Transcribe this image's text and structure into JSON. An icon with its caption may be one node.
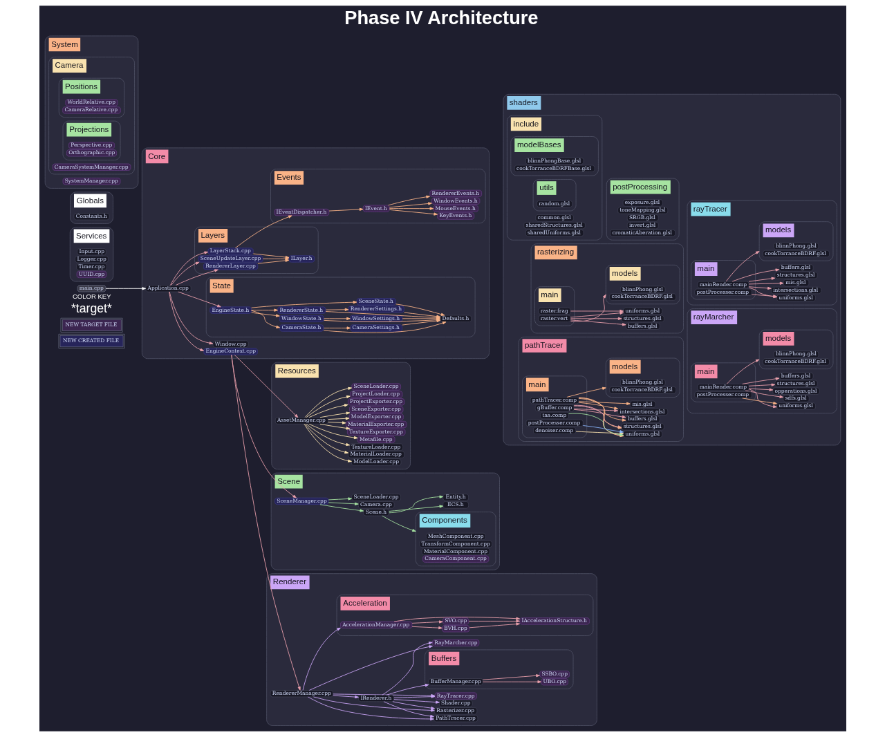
{
  "diagram": {
    "title": "Phase IV Architecture",
    "nodes": [
      {
        "text": [
          "shaders"
        ]
      },
      {
        "text": [
          "include"
        ],
        "in": 0
      },
      {
        "text": [
          "common.glsl"
        ],
        "in": 1
      },
      {
        "text": [
          "sharedStructures.glsl"
        ],
        "in": 1
      },
      {
        "text": [
          "sharedUniforms.glsl"
        ],
        "in": 1
      },
      {
        "text": [
          "modelBases"
        ],
        "in": 1
      },
      {
        "text": [
          "blinnPhongBase.glsl"
        ],
        "in": 5
      },
      {
        "text": [
          "cookTorranceBDRFBase.glsl"
        ],
        "in": 5
      },
      {
        "text": [
          "utils"
        ],
        "in": 1
      },
      {
        "text": [
          "random.glsl"
        ],
        "in": 8
      },
      {
        "text": [
          "postProcessing"
        ],
        "in": 0
      },
      {
        "text": [
          "exposure.glsl"
        ],
        "in": 10
      },
      {
        "text": [
          "toneMapping.glsl"
        ],
        "in": 10
      },
      {
        "text": [
          "SRGB.glsl"
        ],
        "in": 10
      },
      {
        "text": [
          "invert.glsl"
        ],
        "in": 10
      },
      {
        "text": [
          "cromaticAberation.glsl"
        ],
        "in": 10
      },
      {
        "text": [
          "rasterizing"
        ],
        "in": 0
      },
      {
        "text": [
          "main"
        ],
        "in": 16
      },
      {
        "text": [
          "raster.vert"
        ],
        "in": 17
      },
      {
        "text": [
          "raster.frag"
        ],
        "in": 17
      },
      {
        "text": [
          "structures.glsl"
        ],
        "in": 16
      },
      {
        "text": [
          "buffers.glsl"
        ],
        "in": 16
      },
      {
        "text": [
          "uniforms.glsl"
        ],
        "in": 16
      },
      {
        "text": [
          "models"
        ],
        "in": 16
      },
      {
        "text": [
          "blinnPhong.glsl"
        ],
        "in": 23
      },
      {
        "text": [
          "cookTorranceBDRF.glsl"
        ],
        "in": 23
      },
      {
        "text": [
          "rayTracer"
        ],
        "in": 0
      },
      {
        "text": [
          "main"
        ],
        "in": 26
      },
      {
        "text": [
          "mainRender.comp"
        ],
        "in": 27
      },
      {
        "text": [
          "postProcesser.comp"
        ],
        "in": 27
      },
      {
        "text": [
          "structures.glsl"
        ],
        "in": 26
      },
      {
        "text": [
          "buffers.glsl"
        ],
        "in": 26
      },
      {
        "text": [
          "uniforms.glsl"
        ],
        "in": 26
      },
      {
        "text": [
          "intersections.glsl"
        ],
        "in": 26
      },
      {
        "text": [
          "mis.glsl"
        ],
        "in": 26
      },
      {
        "text": [
          "models"
        ],
        "in": 26
      },
      {
        "text": [
          "blinnPhong.glsl"
        ],
        "in": 35
      },
      {
        "text": [
          "cookTorranceBDRF.glsl"
        ],
        "in": 35
      },
      {
        "text": [
          "pathTracer"
        ],
        "in": 0
      },
      {
        "text": [
          "main"
        ],
        "in": 38
      },
      {
        "text": [
          "gBuffer.comp"
        ],
        "in": 39
      },
      {
        "text": [
          "pathTracer.comp"
        ],
        "in": 39
      },
      {
        "text": [
          "denoiser.comp"
        ],
        "in": 39
      },
      {
        "text": [
          "taa.comp"
        ],
        "in": 39
      },
      {
        "text": [
          "postProcesser.comp"
        ],
        "in": 39
      },
      {
        "text": [
          "structures.glsl"
        ],
        "in": 38
      },
      {
        "text": [
          "buffers.glsl"
        ],
        "in": 38
      },
      {
        "text": [
          "uniforms.glsl"
        ],
        "in": 38
      },
      {
        "text": [
          "intersections.glsl"
        ],
        "in": 38
      },
      {
        "text": [
          "mis.glsl"
        ],
        "in": 38
      },
      {
        "text": [
          "models"
        ],
        "in": 38
      },
      {
        "text": [
          "blinnPhong.glsl"
        ],
        "in": 50
      },
      {
        "text": [
          "cookTorranceBDRF.glsl"
        ],
        "in": 50
      },
      {
        "text": [
          "rayMarcher"
        ],
        "in": 0
      },
      {
        "text": [
          "main"
        ],
        "in": 53
      },
      {
        "text": [
          "mainRender.comp"
        ],
        "in": 54
      },
      {
        "text": [
          "postProcesser.comp"
        ],
        "in": 54
      },
      {
        "text": [
          "structures.glsl"
        ],
        "in": 53
      },
      {
        "text": [
          "buffers.glsl"
        ],
        "in": 53
      },
      {
        "text": [
          "uniforms.glsl"
        ],
        "in": 53
      },
      {
        "text": [
          "sdfs.glsl"
        ],
        "in": 53
      },
      {
        "text": [
          "opperations.glsl"
        ],
        "in": 53
      },
      {
        "text": [
          "models"
        ],
        "in": 53
      },
      {
        "text": [
          "blinnPhong.glsl"
        ],
        "in": 62
      },
      {
        "text": [
          "cookTorranceBDRF.glsl"
        ],
        "in": 62
      },
      {
        "text": [
          "Services"
        ]
      },
      {
        "text": [
          "Input.cpp"
        ],
        "in": 65
      },
      {
        "text": [
          "Logger.cpp"
        ],
        "in": 65
      },
      {
        "text": [
          "Timer.cpp"
        ],
        "in": 65
      },
      {
        "text": [
          "UUID.cpp"
        ],
        "in": 65
      },
      {
        "text": [
          "Globals"
        ]
      },
      {
        "text": [
          "Constants.h"
        ],
        "in": 70
      },
      {
        "text": [
          "Resources"
        ]
      },
      {
        "text": [
          "TextureExporter.cpp"
        ],
        "in": 72
      },
      {
        "text": [
          "MaterialExporter.cpp"
        ],
        "in": 72
      },
      {
        "text": [
          "ModelExporter.cpp"
        ],
        "in": 72
      },
      {
        "text": [
          "SceneExporter.cpp"
        ],
        "in": 72
      },
      {
        "text": [
          "ProjectExporter.cpp"
        ],
        "in": 72
      },
      {
        "text": [
          "ProjectLoader.cpp"
        ],
        "in": 72
      },
      {
        "text": [
          "SceneLoader.cpp"
        ],
        "in": 72
      },
      {
        "text": [
          "ModelLoader.cpp"
        ],
        "in": 72
      },
      {
        "text": [
          "MaterialLoader.cpp"
        ],
        "in": 72
      },
      {
        "text": [
          "TextureLoader.cpp"
        ],
        "in": 72
      },
      {
        "text": [
          "AssetManager.cpp"
        ],
        "in": 72
      },
      {
        "text": [
          "Metafile.cpp"
        ],
        "in": 72
      },
      {
        "text": [
          "Scene"
        ]
      },
      {
        "text": [
          "Components"
        ],
        "in": 85
      },
      {
        "text": [
          "MeshComponent.cpp"
        ],
        "in": 86
      },
      {
        "text": [
          "TransformComponent.cpp"
        ],
        "in": 86
      },
      {
        "text": [
          "MaterialComponent.cpp"
        ],
        "in": 86
      },
      {
        "text": [
          "CameraComponent.cpp"
        ],
        "in": 86
      },
      {
        "text": [
          "ECS.h"
        ],
        "in": 85
      },
      {
        "text": [
          "Scene.h"
        ],
        "in": 85
      },
      {
        "text": [
          "Entity.h"
        ],
        "in": 85
      },
      {
        "text": [
          "Camera.cpp"
        ],
        "in": 85
      },
      {
        "text": [
          "SceneLoader.cpp"
        ],
        "in": 85
      },
      {
        "text": [
          "SceneManager.cpp"
        ],
        "in": 85
      },
      {
        "text": [
          "main.cpp"
        ]
      },
      {
        "text": [
          "Core"
        ]
      },
      {
        "text": [
          "EngineContext.cpp"
        ],
        "in": 98
      },
      {
        "text": [
          "Window.cpp"
        ],
        "in": 98
      },
      {
        "text": [
          "Application.cpp"
        ],
        "in": 98
      },
      {
        "text": [
          "State"
        ],
        "in": 98
      },
      {
        "text": [
          "EngineState.h"
        ],
        "in": 102
      },
      {
        "text": [
          "WindowSettings.h"
        ],
        "in": 102
      },
      {
        "text": [
          "RendererSettings.h"
        ],
        "in": 102
      },
      {
        "text": [
          "CameraSettings.h"
        ],
        "in": 102
      },
      {
        "text": [
          "WindowState.h"
        ],
        "in": 102
      },
      {
        "text": [
          "RendererState.h"
        ],
        "in": 102
      },
      {
        "text": [
          "SceneState.h"
        ],
        "in": 102
      },
      {
        "text": [
          "CameraState.h"
        ],
        "in": 102
      },
      {
        "text": [
          "Defaults.h"
        ],
        "in": 102
      },
      {
        "text": [
          "Events"
        ],
        "in": 98
      },
      {
        "text": [
          "KeyEvents.h"
        ],
        "in": 112
      },
      {
        "text": [
          "MouseEvents.h"
        ],
        "in": 112
      },
      {
        "text": [
          "WindowEvents.h"
        ],
        "in": 112
      },
      {
        "text": [
          "RendererEvents.h"
        ],
        "in": 112
      },
      {
        "text": [
          "IEvent.h"
        ],
        "in": 112
      },
      {
        "text": [
          "IEventDispatcher.h"
        ],
        "in": 112
      },
      {
        "text": [
          "Layers"
        ],
        "in": 98
      },
      {
        "text": [
          "LayerStack.cpp"
        ],
        "in": 119
      },
      {
        "text": [
          "ILayer.h"
        ],
        "in": 119
      },
      {
        "text": [
          "SceneUpdateLayer.cpp"
        ],
        "in": 119
      },
      {
        "text": [
          "RendererLayer.cpp"
        ],
        "in": 119
      },
      {
        "text": [
          "System"
        ]
      },
      {
        "text": [
          "SystemManager.cpp"
        ],
        "in": 124
      },
      {
        "text": [
          "Camera"
        ],
        "in": 124
      },
      {
        "text": [
          "CameraSystemManager.cpp"
        ],
        "in": 126
      },
      {
        "text": [
          "Positions"
        ],
        "in": 126
      },
      {
        "text": [
          "WorldRelative.cpp"
        ],
        "in": 128
      },
      {
        "text": [
          "CameraRelative.cpp"
        ],
        "in": 128
      },
      {
        "text": [
          "Projections"
        ],
        "in": 126
      },
      {
        "text": [
          "Perspective.cpp"
        ],
        "in": 131
      },
      {
        "text": [
          "Orthographic.cpp"
        ],
        "in": 131
      },
      {
        "text": [
          "Renderer"
        ]
      },
      {
        "text": [
          "RendererManager.cpp"
        ],
        "in": 134
      },
      {
        "text": [
          "Rasterizer.cpp"
        ],
        "in": 134
      },
      {
        "text": [
          "RayTracer.cpp"
        ],
        "in": 134
      },
      {
        "text": [
          "PathTracer.cpp"
        ],
        "in": 134
      },
      {
        "text": [
          "RayMarcher.cpp"
        ],
        "in": 134
      },
      {
        "text": [
          "IRenderer.h"
        ],
        "in": 134
      },
      {
        "text": [
          "Shader.cpp"
        ],
        "in": 134
      },
      {
        "text": [
          "Buffers"
        ],
        "in": 134
      },
      {
        "text": [
          "BufferManager.cpp"
        ],
        "in": 142
      },
      {
        "text": [
          "UBO.cpp"
        ],
        "in": 142
      },
      {
        "text": [
          "SSBO.cpp"
        ],
        "in": 142
      },
      {
        "text": [
          "Acceleration"
        ],
        "in": 134
      },
      {
        "text": [
          "AccelerationManager.cpp"
        ],
        "in": 146
      },
      {
        "text": [
          "IAccelerationStructure.h"
        ],
        "in": 146
      },
      {
        "text": [
          "BVH.cpp"
        ],
        "in": 146
      },
      {
        "text": [
          "SVO.cpp"
        ],
        "in": 146
      }
    ],
    "edges": [
      {
        "from": 18,
        "to": 20,
        "arrow": "to"
      },
      {
        "from": 18,
        "to": 21,
        "arrow": "to"
      },
      {
        "from": 18,
        "to": 22,
        "arrow": "to"
      },
      {
        "from": 18,
        "to": 23,
        "arrow": "to"
      },
      {
        "from": 19,
        "to": 22,
        "arrow": "to"
      },
      {
        "from": 28,
        "to": 30,
        "arrow": "to"
      },
      {
        "from": 28,
        "to": 31,
        "arrow": "to"
      },
      {
        "from": 28,
        "to": 32,
        "arrow": "to"
      },
      {
        "from": 28,
        "to": 33,
        "arrow": "to"
      },
      {
        "from": 28,
        "to": 34,
        "arrow": "to"
      },
      {
        "from": 28,
        "to": 35,
        "arrow": "to"
      },
      {
        "from": 29,
        "to": 32,
        "arrow": "to"
      },
      {
        "from": 40,
        "to": 45,
        "arrow": "to"
      },
      {
        "from": 40,
        "to": 46,
        "arrow": "to"
      },
      {
        "from": 40,
        "to": 47,
        "arrow": "to"
      },
      {
        "from": 40,
        "to": 48,
        "arrow": "to"
      },
      {
        "from": 41,
        "to": 45,
        "arrow": "to",
        "color": "#fab387"
      },
      {
        "from": 41,
        "to": 46,
        "arrow": "to",
        "color": "#fab387"
      },
      {
        "from": 41,
        "to": 47,
        "arrow": "to",
        "color": "#fab387"
      },
      {
        "from": 41,
        "to": 48,
        "arrow": "to",
        "color": "#fab387"
      },
      {
        "from": 41,
        "to": 49,
        "arrow": "to",
        "color": "#fab387"
      },
      {
        "from": 41,
        "to": 50,
        "arrow": "to",
        "color": "#fab387"
      },
      {
        "from": 42,
        "to": 47,
        "arrow": "to",
        "color": "#f9e2af"
      },
      {
        "from": 43,
        "to": 47,
        "arrow": "to",
        "color": "#a6e3a1"
      },
      {
        "from": 44,
        "to": 47,
        "arrow": "to",
        "color": "#89b4fa"
      },
      {
        "from": 55,
        "to": 57,
        "arrow": "to"
      },
      {
        "from": 55,
        "to": 58,
        "arrow": "to"
      },
      {
        "from": 55,
        "to": 59,
        "arrow": "to"
      },
      {
        "from": 55,
        "to": 60,
        "arrow": "to"
      },
      {
        "from": 55,
        "to": 61,
        "arrow": "to"
      },
      {
        "from": 55,
        "to": 62,
        "arrow": "to"
      },
      {
        "from": 56,
        "to": 59,
        "arrow": "to",
        "color": "#fab387"
      },
      {
        "from": 83,
        "to": 73,
        "arrow": "to",
        "color": "#f9e2af"
      },
      {
        "from": 83,
        "to": 74,
        "arrow": "to",
        "color": "#f9e2af"
      },
      {
        "from": 83,
        "to": 75,
        "arrow": "to",
        "color": "#f9e2af"
      },
      {
        "from": 83,
        "to": 76,
        "arrow": "to",
        "color": "#f9e2af"
      },
      {
        "from": 83,
        "to": 77,
        "arrow": "to",
        "color": "#f9e2af"
      },
      {
        "from": 83,
        "to": 78,
        "arrow": "to",
        "color": "#f9e2af"
      },
      {
        "from": 83,
        "to": 79,
        "arrow": "to",
        "color": "#f9e2af"
      },
      {
        "from": 83,
        "to": 80,
        "arrow": "to",
        "color": "#f9e2af"
      },
      {
        "from": 83,
        "to": 81,
        "arrow": "to",
        "color": "#f9e2af"
      },
      {
        "from": 83,
        "to": 82,
        "arrow": "to",
        "color": "#f9e2af"
      },
      {
        "from": 83,
        "to": 84,
        "arrow": "to",
        "color": "#f9e2af"
      },
      {
        "from": 92,
        "to": 91,
        "arrow": "to",
        "color": "#a6e3a1"
      },
      {
        "from": 92,
        "to": 93,
        "arrow": "to",
        "color": "#a6e3a1"
      },
      {
        "from": 92,
        "to": 86,
        "arrow": "to",
        "color": "#a6e3a1"
      },
      {
        "from": 96,
        "to": 92,
        "arrow": "to",
        "color": "#a6e3a1"
      },
      {
        "from": 96,
        "to": 94,
        "arrow": "to",
        "color": "#a6e3a1"
      },
      {
        "from": 96,
        "to": 95,
        "arrow": "to",
        "color": "#a6e3a1"
      },
      {
        "from": 97,
        "to": 101,
        "arrow": "to",
        "color": "#ffffff"
      },
      {
        "from": 101,
        "to": 99,
        "arrow": "to"
      },
      {
        "from": 101,
        "to": 100,
        "arrow": "to"
      },
      {
        "from": 101,
        "to": 103,
        "arrow": "to"
      },
      {
        "from": 101,
        "to": 120,
        "arrow": "to"
      },
      {
        "from": 101,
        "to": 122,
        "arrow": "to"
      },
      {
        "from": 101,
        "to": 123,
        "arrow": "to"
      },
      {
        "from": 99,
        "to": 83,
        "arrow": "to"
      },
      {
        "from": 99,
        "to": 96,
        "arrow": "to"
      },
      {
        "from": 99,
        "to": 135,
        "arrow": "to"
      },
      {
        "from": 103,
        "to": 107,
        "arrow": "to",
        "color": "#fab387"
      },
      {
        "from": 103,
        "to": 108,
        "arrow": "to",
        "color": "#fab387"
      },
      {
        "from": 103,
        "to": 109,
        "arrow": "to",
        "color": "#fab387"
      },
      {
        "from": 103,
        "to": 110,
        "arrow": "to",
        "color": "#fab387"
      },
      {
        "from": 107,
        "to": 104,
        "arrow": "to",
        "color": "#fab387"
      },
      {
        "from": 107,
        "to": 111,
        "arrow": "to",
        "color": "#fab387"
      },
      {
        "from": 108,
        "to": 105,
        "arrow": "to",
        "color": "#fab387"
      },
      {
        "from": 108,
        "to": 111,
        "arrow": "to",
        "color": "#fab387"
      },
      {
        "from": 109,
        "to": 111,
        "arrow": "to",
        "color": "#fab387"
      },
      {
        "from": 110,
        "to": 106,
        "arrow": "to",
        "color": "#fab387"
      },
      {
        "from": 110,
        "to": 111,
        "arrow": "to",
        "color": "#fab387"
      },
      {
        "from": 104,
        "to": 111,
        "arrow": "to",
        "color": "#fab387"
      },
      {
        "from": 105,
        "to": 111,
        "arrow": "to",
        "color": "#fab387"
      },
      {
        "from": 106,
        "to": 111,
        "arrow": "to",
        "color": "#fab387"
      },
      {
        "from": 117,
        "to": 113,
        "arrow": "to",
        "color": "#fab387"
      },
      {
        "from": 117,
        "to": 114,
        "arrow": "to",
        "color": "#fab387"
      },
      {
        "from": 117,
        "to": 115,
        "arrow": "to",
        "color": "#fab387"
      },
      {
        "from": 117,
        "to": 116,
        "arrow": "to",
        "color": "#fab387"
      },
      {
        "from": 118,
        "to": 117,
        "arrow": "to",
        "color": "#fab387"
      },
      {
        "from": 120,
        "to": 118,
        "arrow": "to",
        "color": "#fab387"
      },
      {
        "from": 120,
        "to": 121,
        "arrow": "to",
        "color": "#fab387"
      },
      {
        "from": 122,
        "to": 121,
        "arrow": "to",
        "color": "#fab387"
      },
      {
        "from": 123,
        "to": 121,
        "arrow": "to",
        "color": "#fab387"
      },
      {
        "from": 135,
        "to": 136,
        "arrow": "to",
        "color": "#cba6f7"
      },
      {
        "from": 135,
        "to": 137,
        "arrow": "to",
        "color": "#cba6f7"
      },
      {
        "from": 135,
        "to": 138,
        "arrow": "to",
        "color": "#cba6f7"
      },
      {
        "from": 135,
        "to": 139,
        "arrow": "to",
        "color": "#cba6f7"
      },
      {
        "from": 135,
        "to": 140,
        "arrow": "to",
        "color": "#cba6f7"
      },
      {
        "from": 135,
        "to": 147,
        "arrow": "to",
        "color": "#cba6f7"
      },
      {
        "from": 140,
        "to": 136,
        "arrow": "to",
        "color": "#cba6f7"
      },
      {
        "from": 140,
        "to": 137,
        "arrow": "to",
        "color": "#cba6f7"
      },
      {
        "from": 140,
        "to": 138,
        "arrow": "to",
        "color": "#cba6f7"
      },
      {
        "from": 140,
        "to": 139,
        "arrow": "to",
        "color": "#cba6f7"
      },
      {
        "from": 140,
        "to": 141,
        "arrow": "to",
        "color": "#cba6f7"
      },
      {
        "from": 140,
        "to": 143,
        "arrow": "to",
        "color": "#cba6f7"
      },
      {
        "from": 143,
        "to": 144,
        "arrow": "to"
      },
      {
        "from": 143,
        "to": 145,
        "arrow": "to"
      },
      {
        "from": 147,
        "to": 148,
        "arrow": "to"
      },
      {
        "from": 147,
        "to": 149,
        "arrow": "to"
      },
      {
        "from": 147,
        "to": 150,
        "arrow": "to"
      },
      {
        "from": 149,
        "to": 148,
        "arrow": "to"
      },
      {
        "from": 150,
        "to": 148,
        "arrow": "to"
      }
    ],
    "labels": [
      "COLOR KEY",
      "*target*"
    ],
    "legend": [
      {
        "text": "NEW TARGET FILE",
        "color": "#3b2550"
      },
      {
        "text": "NEW CREATED FILE",
        "color": "#26245a"
      }
    ]
  }
}
